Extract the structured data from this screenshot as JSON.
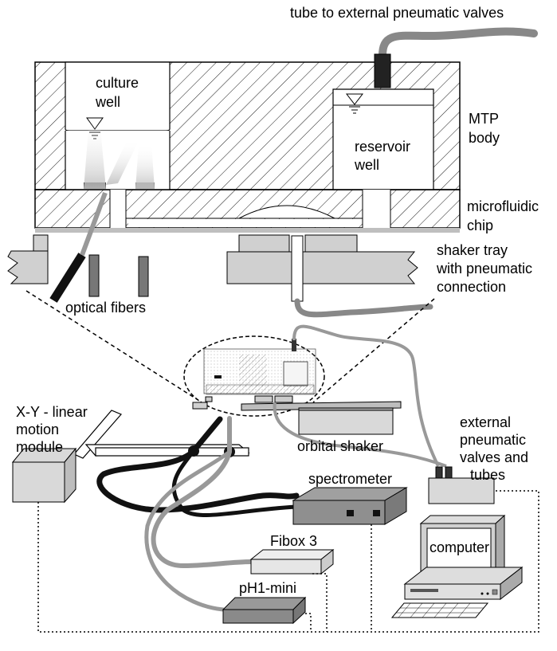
{
  "labels": {
    "tube_to_valves": "tube to external pneumatic valves",
    "culture_well_1": "culture",
    "culture_well_2": "well",
    "reservoir_well_1": "reservoir",
    "reservoir_well_2": "well",
    "mtp_body_1": "MTP",
    "mtp_body_2": "body",
    "microfluidic_chip_1": "microfluidic",
    "microfluidic_chip_2": "chip",
    "shaker_tray_1": "shaker tray",
    "shaker_tray_2": "with pneumatic",
    "shaker_tray_3": "connection",
    "optical_fibers": "optical fibers",
    "linear_motion_1": "X-Y - linear",
    "linear_motion_2": "motion",
    "linear_motion_3": "module",
    "orbital_shaker": "orbital shaker",
    "external_valves_1": "external",
    "external_valves_2": "pneumatic",
    "external_valves_3": "valves and",
    "external_valves_4": "tubes",
    "spectrometer": "spectrometer",
    "computer": "computer",
    "fibox": "Fibox 3",
    "ph1_mini": "pH1-mini"
  },
  "colors": {
    "line": "#000000",
    "light_box": "#d9d9d9",
    "mid_box": "#bdbdbd",
    "dark_box": "#808080",
    "tube_gray": "#8c8c8c",
    "cable_black": "#111111"
  }
}
